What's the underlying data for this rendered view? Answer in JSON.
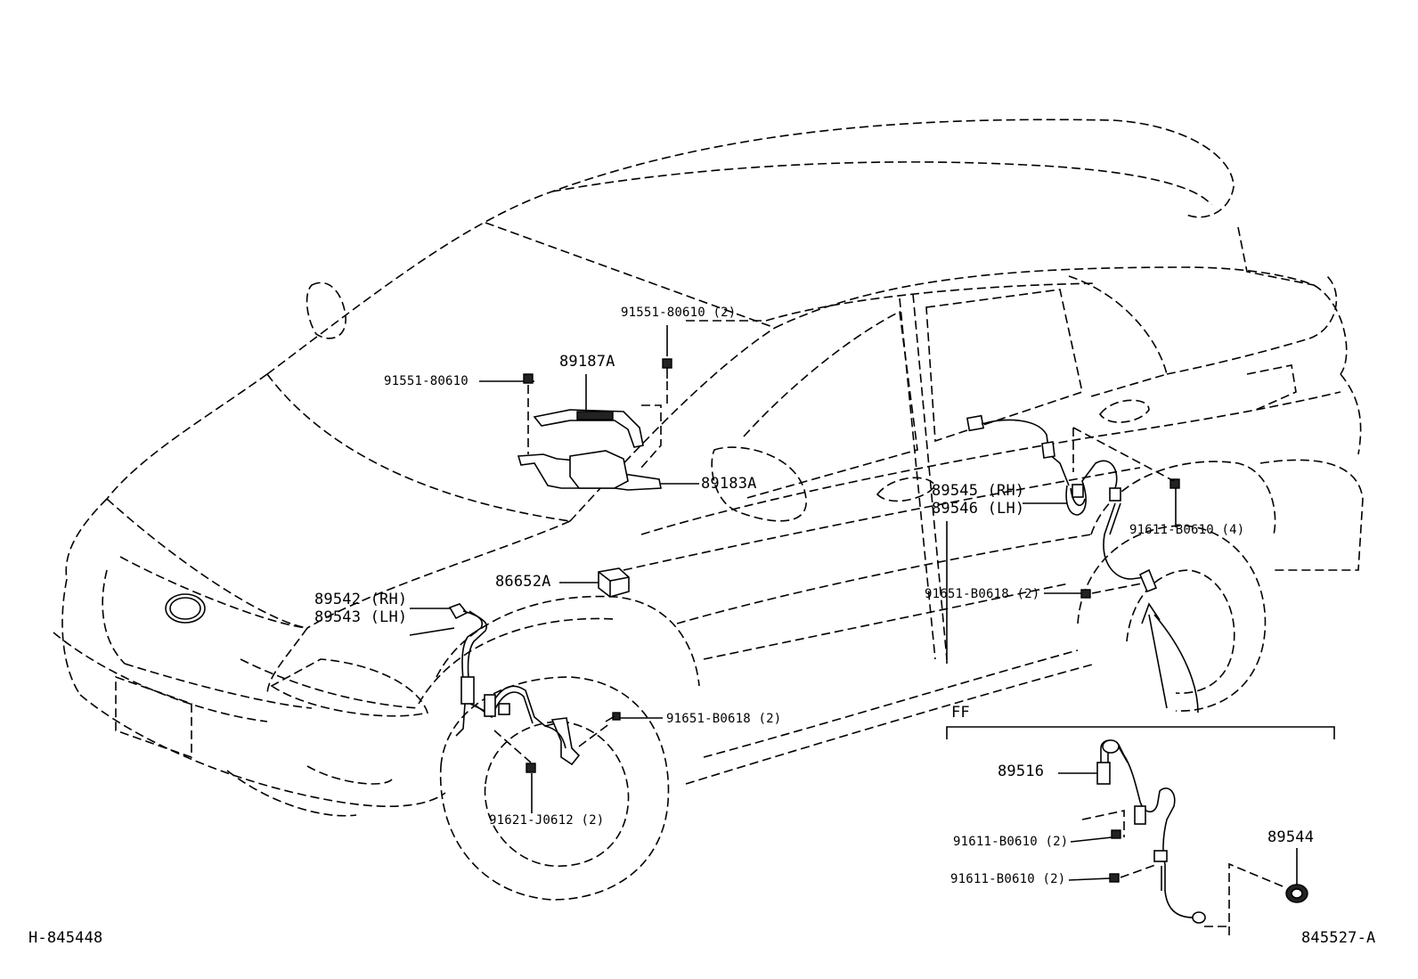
{
  "diagram": {
    "drawing_code_left": "H-845448",
    "drawing_code_right": "845527-A",
    "inset_label": "FF",
    "callouts": {
      "bolt_9155_top": "91551-80610 (2)",
      "bolt_9155_left": "91551-80610",
      "sensor_89187A": "89187A",
      "bracket_89183A": "89183A",
      "relay_86652A": "86652A",
      "front_sensor_rh": "89542 (RH)",
      "front_sensor_lh": "89543 (LH)",
      "front_bolt_91651": "91651-B0618 (2)",
      "front_bolt_91621": "91621-J0612 (2)",
      "rear_sensor_rh": "89545 (RH)",
      "rear_sensor_lh": "89546 (LH)",
      "rear_bolt_91611": "91611-B0610 (4)",
      "rear_bolt_91651": "91651-B0618 (2)",
      "inset_sensor_89516": "89516",
      "inset_bolt_a": "91611-B0610 (2)",
      "inset_bolt_b": "91611-B0610 (2)",
      "inset_rotor_89544": "89544"
    }
  }
}
